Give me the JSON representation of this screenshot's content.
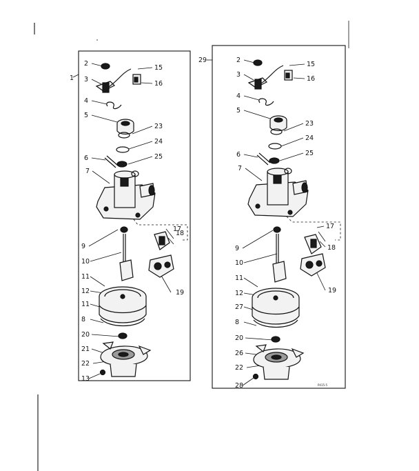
{
  "diagram_type": "exploded parts diagram",
  "left_panel": {
    "marker": "1",
    "callouts": [
      "2",
      "15",
      "3",
      "16",
      "4",
      "5",
      "23",
      "24",
      "25",
      "6",
      "7",
      "17",
      "9",
      "18",
      "10",
      "19",
      "11",
      "12",
      "11",
      "8",
      "20",
      "21",
      "22",
      "13"
    ]
  },
  "right_panel": {
    "marker": "29",
    "callouts": [
      "2",
      "15",
      "3",
      "16",
      "4",
      "5",
      "23",
      "24",
      "25",
      "6",
      "7",
      "17",
      "9",
      "18",
      "10",
      "19",
      "11",
      "12",
      "27",
      "8",
      "20",
      "26",
      "22",
      "28"
    ]
  },
  "drawing_code": "P415-5"
}
